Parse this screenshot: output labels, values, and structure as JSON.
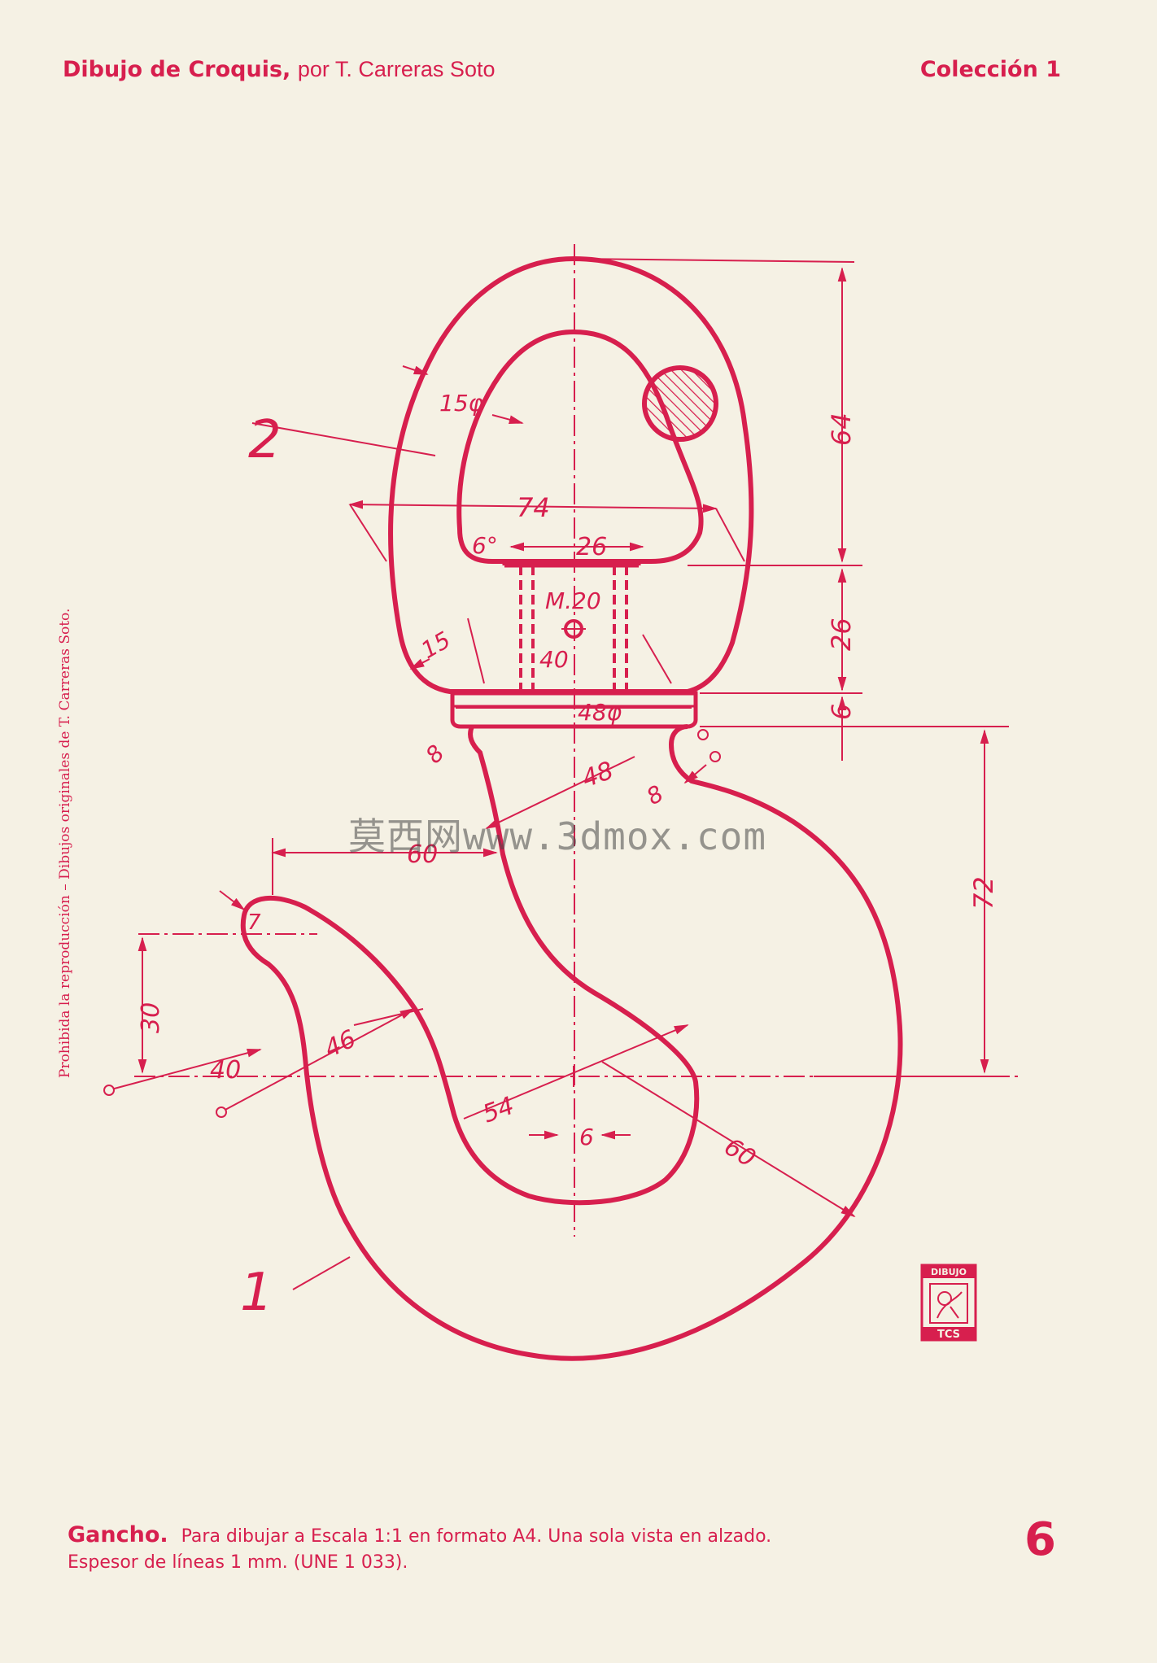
{
  "header": {
    "title": "Dibujo de Croquis,",
    "author": "por T. Carreras Soto",
    "collection": "Colección 1"
  },
  "side_note": "Prohibida la reproducción – Dibujos originales de T. Carreras Soto.",
  "caption": {
    "title": "Gancho.",
    "text": "Para dibujar a Escala 1:1 en formato A4. Una sola vista en alzado. Espesor de líneas 1 mm. (UNE 1 033)."
  },
  "page_number": "6",
  "watermark": "莫西网www.3dmox.com",
  "colors": {
    "ink": "#d71f4e",
    "paper": "#f5f1e4"
  },
  "drawing": {
    "part_labels": [
      "2",
      "1"
    ],
    "dimensions": {
      "d64": "64",
      "d26v": "26",
      "d6v": "6",
      "d72": "72",
      "d74": "74",
      "d26h": "26",
      "d6deg": "6°",
      "m20": "M.20",
      "d40top": "40",
      "d48phi": "48φ",
      "d15phi": "15φ",
      "d15small": "15",
      "d8a": "8",
      "d8b": "8",
      "d48": "48",
      "d60a": "60",
      "d30": "30",
      "d40": "40",
      "d46": "46",
      "d54": "54",
      "d6small": "6",
      "d60b": "60",
      "d7": "7"
    }
  },
  "logo": {
    "top": "DIBUJO",
    "bottom": "TCS"
  }
}
